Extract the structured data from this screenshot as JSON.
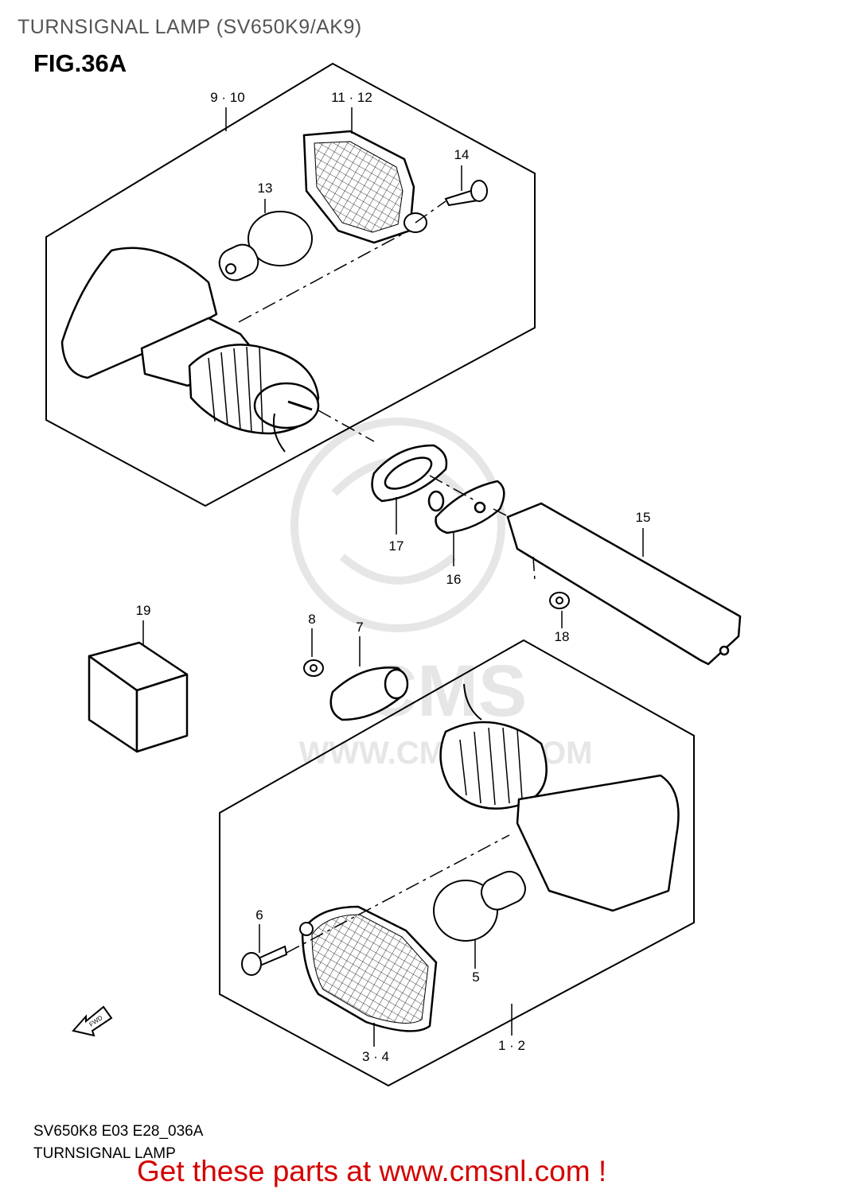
{
  "header": {
    "title": "TURNSIGNAL LAMP (SV650K9/AK9)",
    "figure": "FIG.36A"
  },
  "watermark": {
    "text": "CMS",
    "url": "WWW.CMSNL.COM",
    "color": "#e6e6e6"
  },
  "parts": [
    {
      "label": "9 · 10"
    },
    {
      "label": "11 · 12"
    },
    {
      "label": "13"
    },
    {
      "label": "14"
    },
    {
      "label": "15"
    },
    {
      "label": "16"
    },
    {
      "label": "17"
    },
    {
      "label": "18"
    },
    {
      "label": "19"
    },
    {
      "label": "8"
    },
    {
      "label": "7"
    },
    {
      "label": "6"
    },
    {
      "label": "5"
    },
    {
      "label": "3 · 4"
    },
    {
      "label": "1 · 2"
    }
  ],
  "fwd_label": "FWD",
  "footer": {
    "code": "SV650K8 E03 E28_036A",
    "name": "TURNSIGNAL LAMP",
    "cta": "Get these parts at www.cmsnl.com !",
    "cta_color": "#d40000"
  }
}
